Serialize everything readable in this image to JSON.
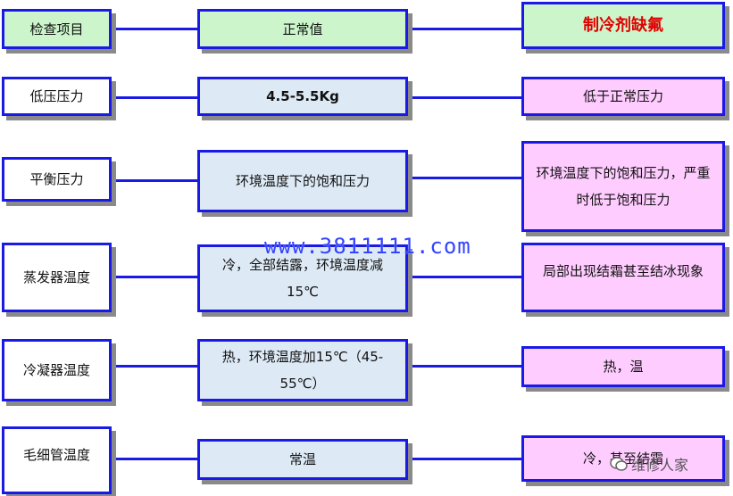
{
  "rows": [
    {
      "check": "检查项目",
      "normal": "正常值",
      "fault": "制冷剂缺氟"
    },
    {
      "check": "低压压力",
      "normal": "4.5-5.5Kg",
      "fault": "低于正常压力"
    },
    {
      "check": "平衡压力",
      "normal": "环境温度下的饱和压力",
      "fault": "环境温度下的饱和压力，严重时低于饱和压力"
    },
    {
      "check": "蒸发器温度",
      "normal": "冷，全部结露，环境温度减15℃",
      "fault": "局部出现结霜甚至结冰现象"
    },
    {
      "check": "冷凝器温度",
      "normal": "热，环境温度加15℃（45-55℃）",
      "fault": "热，温"
    },
    {
      "check": "毛细管温度",
      "normal": "常温",
      "fault": "冷，甚至结霜"
    }
  ],
  "watermark": "www.3811111.com",
  "logo_text": "维修人家",
  "colors": {
    "border": "#1a1ae6",
    "header": "#ccf5cc",
    "normal_bg": "#ddeaf6",
    "fault_bg": "#ffccff",
    "title_red": "#e00000"
  }
}
